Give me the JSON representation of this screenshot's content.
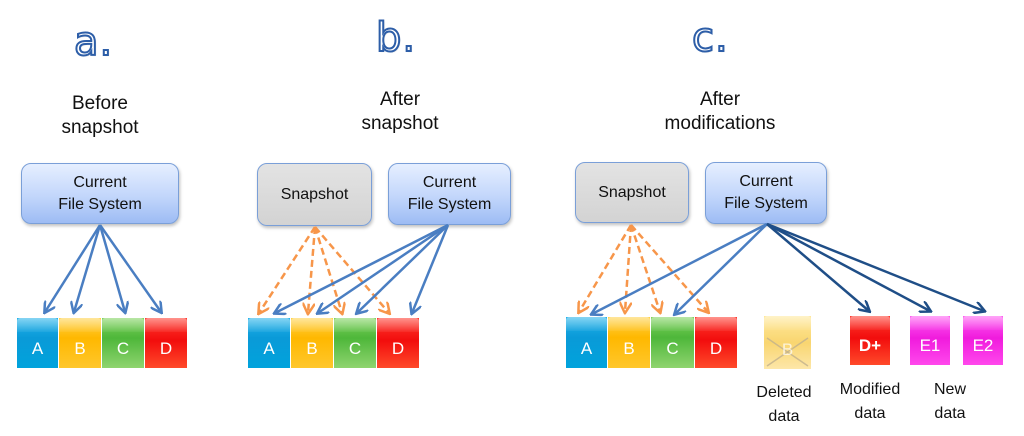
{
  "panels": [
    {
      "letter": "a.",
      "caption": [
        "Before",
        "snapshot"
      ],
      "current_fs_label": [
        "Current",
        "File System"
      ],
      "blocks": [
        "A",
        "B",
        "C",
        "D"
      ]
    },
    {
      "letter": "b.",
      "caption": [
        "After",
        "snapshot"
      ],
      "snapshot_label": "Snapshot",
      "current_fs_label": [
        "Current",
        "File System"
      ],
      "blocks": [
        "A",
        "B",
        "C",
        "D"
      ]
    },
    {
      "letter": "c.",
      "caption": [
        "After",
        "modifications"
      ],
      "snapshot_label": "Snapshot",
      "current_fs_label": [
        "Current",
        "File System"
      ],
      "blocks": [
        "A",
        "B",
        "C",
        "D"
      ],
      "deleted_block": "B",
      "modified_block": "D+",
      "new_blocks": [
        "E1",
        "E2"
      ],
      "legend": {
        "deleted": [
          "Deleted",
          "data"
        ],
        "modified": [
          "Modified",
          "data"
        ],
        "new": [
          "New",
          "data"
        ]
      }
    }
  ],
  "colors": {
    "current_fs_arrow": "#4a7ec2",
    "modified_arrow": "#1f4e87",
    "snapshot_arrow": "#f7964a",
    "letter_outline": "#2d5ea8",
    "block_A": "#0a9ad8",
    "block_B": "#ffb800",
    "block_C": "#4eb73a",
    "block_D": "#f20d0d",
    "block_E": "#f01bdd"
  }
}
